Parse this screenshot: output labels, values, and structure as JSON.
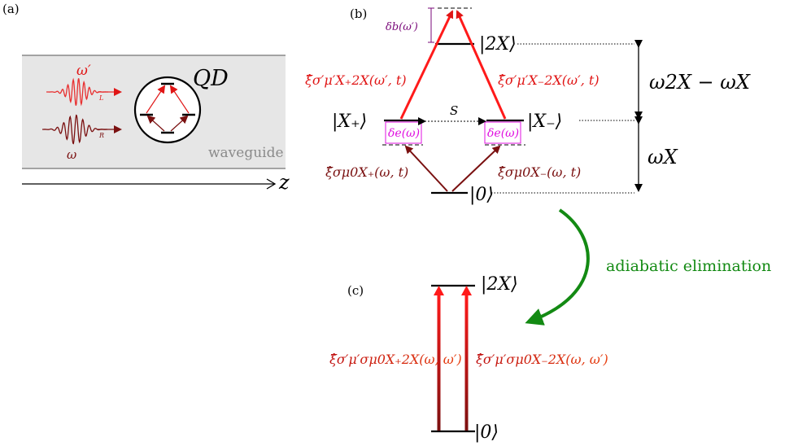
{
  "panels": {
    "a": "(a)",
    "b": "(b)",
    "c": "(c)"
  },
  "panel_a": {
    "qd_label": "QD",
    "waveguide_label": "waveguide",
    "axis_label": "z",
    "omega_prime": "ω′",
    "omega": "ω",
    "sub_L": "L",
    "sub_R": "R"
  },
  "panel_b": {
    "ket_2X": "|2X⟩",
    "ket_Xplus": "|X₊⟩",
    "ket_Xminus": "|X₋⟩",
    "ket_0": "|0⟩",
    "S": "S",
    "delta_b": "δb(ω′)",
    "delta_e": "δe(ω)",
    "xi_top_left": "ξ̂σ′μ′X₊2X(ω′, t)",
    "xi_top_right": "ξ̂σ′μ′X₋2X(ω′, t)",
    "xi_bot_left": "ξ̂σμ0X₊(ω, t)",
    "xi_bot_right": "ξ̂σμ0X₋(ω, t)",
    "energy_top": "ω2X − ωX",
    "energy_bottom": "ωX"
  },
  "adiabatic_label": "adiabatic elimination",
  "panel_c": {
    "ket_2X": "|2X⟩",
    "ket_0": "|0⟩",
    "xi_left": "ξ̂σ′μ′σμ0X₊2X(ω, ω′)",
    "xi_right": "ξ̂σ′μ′σμ0X₋2X(ω, ω′)"
  },
  "colors": {
    "red": "#e01515",
    "dark_red": "#7a1010",
    "magenta": "#e010e0",
    "purple": "#7a0a7a",
    "green": "#138a13",
    "waveguide_gray": "#e6e6e6"
  }
}
